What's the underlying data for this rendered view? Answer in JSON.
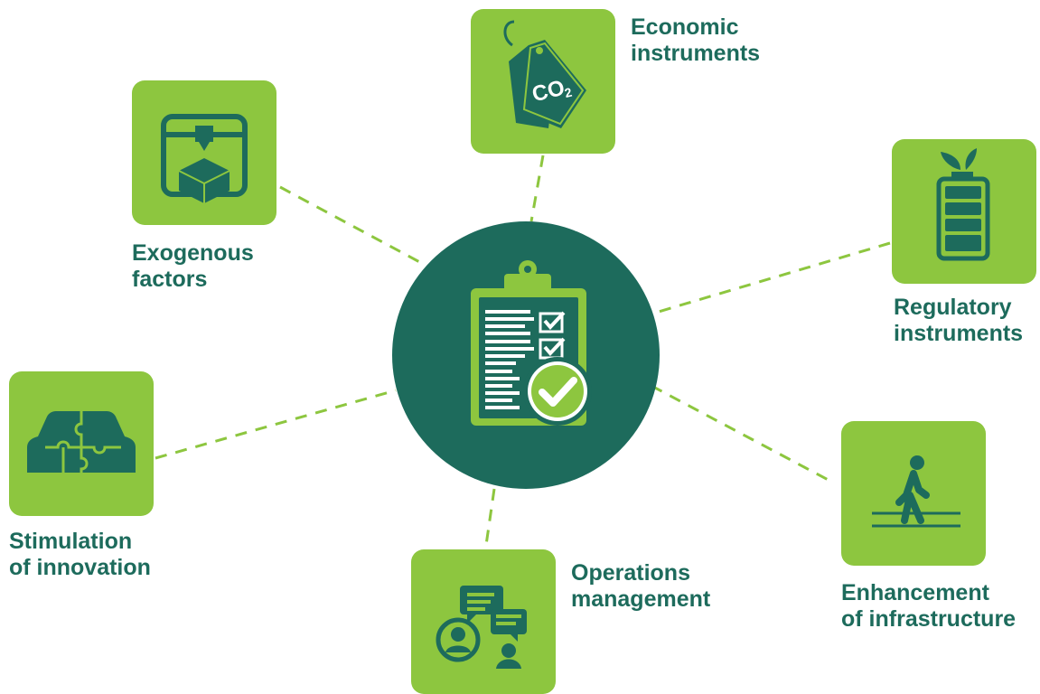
{
  "colors": {
    "accent_green": "#8dc63f",
    "dark_teal": "#1d6b5c",
    "connector": "#8dc63f"
  },
  "center": {
    "icon": "clipboard-checklist-icon"
  },
  "nodes": [
    {
      "id": "economic",
      "icon": "co2-price-tag-icon",
      "label_line1": "Economic",
      "label_line2": "instruments"
    },
    {
      "id": "exogenous",
      "icon": "3d-printer-icon",
      "label_line1": "Exogenous",
      "label_line2": "factors"
    },
    {
      "id": "regulatory",
      "icon": "eco-battery-icon",
      "label_line1": "Regulatory",
      "label_line2": "instruments"
    },
    {
      "id": "stimulation",
      "icon": "car-puzzle-icon",
      "label_line1": "Stimulation",
      "label_line2": "of innovation"
    },
    {
      "id": "operations",
      "icon": "people-chat-icon",
      "label_line1": "Operations",
      "label_line2": "management"
    },
    {
      "id": "enhancement",
      "icon": "pedestrian-icon",
      "label_line1": "Enhancement",
      "label_line2": "of infrastructure"
    }
  ]
}
